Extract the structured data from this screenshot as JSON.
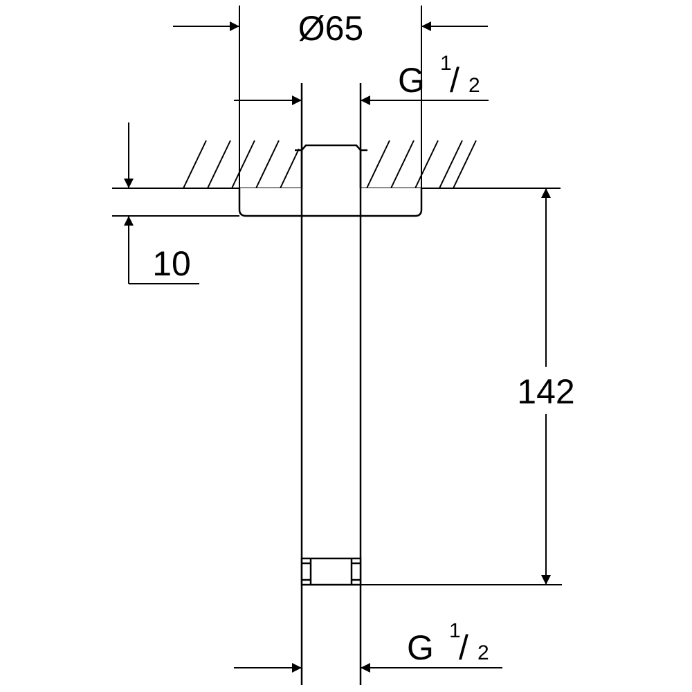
{
  "dimensions": {
    "diameter": "Ø65",
    "thread_top": {
      "prefix": "G",
      "num": "1",
      "slash": "/",
      "den": "2"
    },
    "thread_bottom": {
      "prefix": "G",
      "num": "1",
      "slash": "/",
      "den": "2"
    },
    "flange_height": "10",
    "length": "142"
  }
}
